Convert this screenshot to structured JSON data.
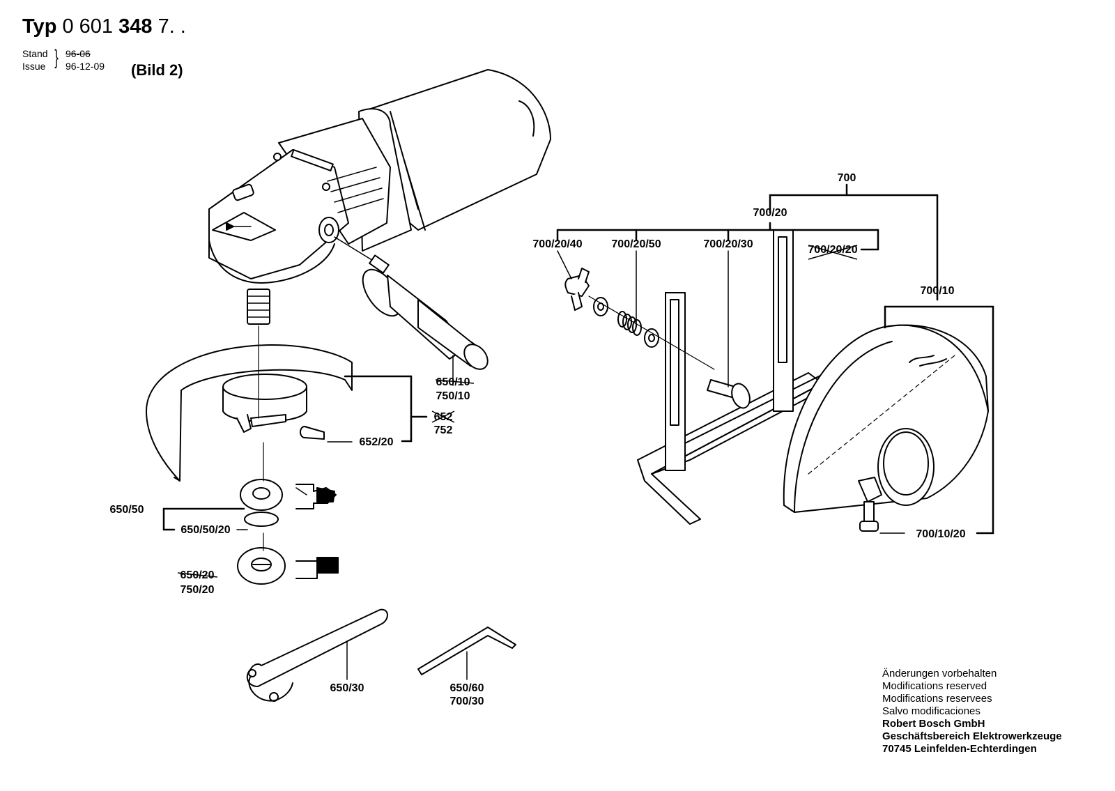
{
  "header": {
    "typ_label": "Typ",
    "typ_num_a": "0 601",
    "typ_num_b": "348",
    "typ_num_c": "7. .",
    "stand_label": "Stand",
    "issue_label": "Issue",
    "stand_date_old": "96-06",
    "issue_date": "96-12-09",
    "bild": "(Bild 2)"
  },
  "parts": {
    "p700": "700",
    "p700_20": "700/20",
    "p700_20_40": "700/20/40",
    "p700_20_50": "700/20/50",
    "p700_20_30": "700/20/30",
    "p700_20_20_crossed": "700/20/20",
    "p700_10": "700/10",
    "p700_10_20": "700/10/20",
    "p650_10_crossed": "650/10",
    "p750_10": "750/10",
    "p652_crossed": "652",
    "p752": "752",
    "p652_20": "652/20",
    "p650_50": "650/50",
    "p650_50_20": "650/50/20",
    "p650_20_crossed": "650/20",
    "p750_20": "750/20",
    "p650_30": "650/30",
    "p650_60": "650/60",
    "p700_30": "700/30"
  },
  "footer": {
    "line1": "Änderungen vorbehalten",
    "line2": "Modifications reserved",
    "line3": "Modifications reservees",
    "line4": "Salvo modificaciones",
    "line5": "Robert Bosch GmbH",
    "line6": "Geschäftsbereich Elektrowerkzeuge",
    "line7": "70745 Leinfelden-Echterdingen"
  }
}
